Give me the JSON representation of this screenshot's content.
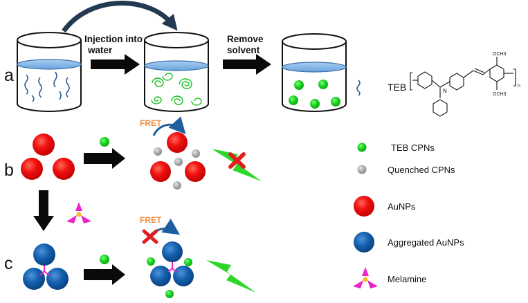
{
  "panels": {
    "a": "a",
    "b": "b",
    "c": "c"
  },
  "steps": {
    "injection_line1": "Injection into",
    "injection_line2": "water",
    "remove_line1": "Remove",
    "remove_line2": "solvent"
  },
  "fret_b": "FRET",
  "fret_c": "FRET",
  "teb_label": "TEB",
  "structure": {
    "och3_top": "OCH3",
    "och3_bottom": "OCH3",
    "n_atom": "N",
    "subscript_n": "n"
  },
  "legend": [
    {
      "label": "TEB  CPNs",
      "symbol": "green-dot"
    },
    {
      "label": "Quenched CPNs",
      "symbol": "gray-dot"
    },
    {
      "label": "AuNPs",
      "symbol": "red-sphere"
    },
    {
      "label": "Aggregated  AuNPs",
      "symbol": "blue-sphere"
    },
    {
      "label": "Melamine",
      "symbol": "melamine-glyph"
    }
  ],
  "colors": {
    "cpn_green": "#17d31f",
    "gold_red": "#e80d0d",
    "aggregated_blue": "#0f5ca8",
    "quenched_gray": "#a8a8a8",
    "melamine_magenta": "#ee22c8",
    "melamine_core": "#f0c020",
    "bolt_green": "#2ed82a",
    "fret_orange": "#f08a3a",
    "cross_red": "#e02020",
    "water_blue": "#9cc6ef"
  }
}
